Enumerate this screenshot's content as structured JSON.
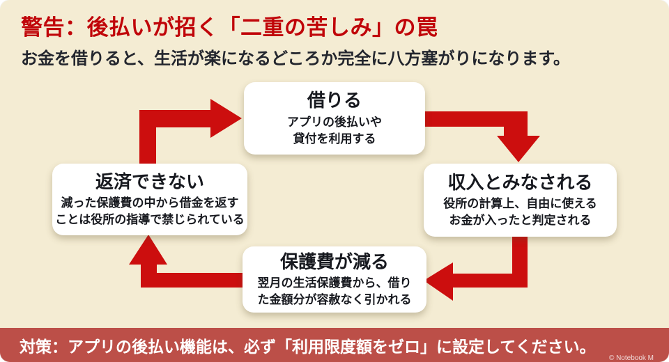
{
  "page": {
    "title": "警告：後払いが招く「二重の苦しみ」の罠",
    "subtitle": "お金を借りると、生活が楽になるどころか完全に八方塞がりになります。"
  },
  "cycle": {
    "nodes": [
      {
        "id": "borrow",
        "title": "借りる",
        "lines": [
          "アプリの後払いや",
          "貸付を利用する"
        ]
      },
      {
        "id": "counted-as-income",
        "title": "収入とみなされる",
        "lines": [
          "役所の計算上、自由に使える",
          "お金が入ったと判定される"
        ]
      },
      {
        "id": "benefits-reduced",
        "title": "保護費が減る",
        "lines": [
          "翌月の生活保護費から、借り",
          "た金額分が容赦なく引かれる"
        ]
      },
      {
        "id": "cannot-repay",
        "title": "返済できない",
        "lines": [
          "減った保護費の中から借金を返す",
          "ことは役所の指導で禁じられている"
        ]
      }
    ],
    "direction": "clockwise"
  },
  "footer": {
    "text": "対策：アプリの後払い機能は、必ず「利用限度額をゼロ」に設定してください。",
    "watermark": "© Notebook M"
  },
  "colors": {
    "background": "#f4ecd3",
    "title_red": "#c00509",
    "arrow_red": "#cc0e0e",
    "banner_red": "#bc4f48",
    "text_dark": "#17191f",
    "box_white": "#ffffff"
  }
}
